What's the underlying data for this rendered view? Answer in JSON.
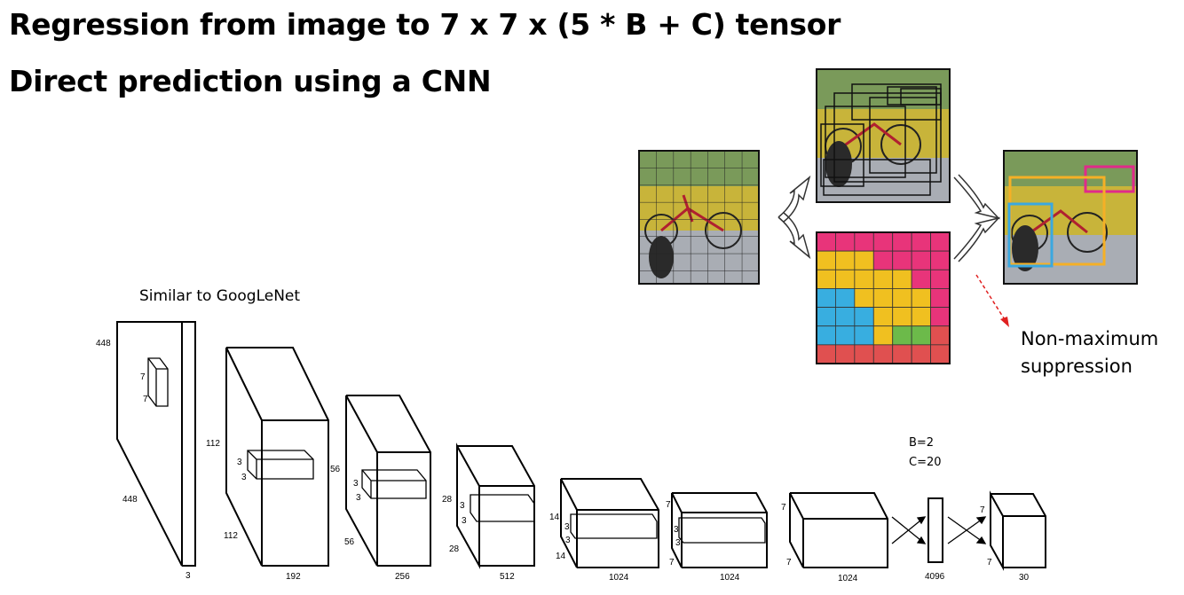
{
  "heading": {
    "line1": "Regression from image to 7 x 7 x (5 * B + C) tensor",
    "line2": "Direct prediction using a CNN"
  },
  "network": {
    "caption": "Similar to GoogLeNet",
    "input": {
      "height": "448",
      "width": "448",
      "depth": "3",
      "kernel": [
        "7",
        "7"
      ]
    },
    "layers": [
      {
        "height": "112",
        "width": "112",
        "depth": "192",
        "kernel": [
          "3",
          "3"
        ]
      },
      {
        "height": "56",
        "width": "56",
        "depth": "256",
        "kernel": [
          "3",
          "3"
        ]
      },
      {
        "height": "28",
        "width": "28",
        "depth": "512",
        "kernel": [
          "3",
          "3"
        ]
      },
      {
        "height": "14",
        "width": "14",
        "depth": "1024",
        "kernel": [
          "3",
          "3"
        ]
      },
      {
        "height": "7",
        "width": "7",
        "depth": "1024",
        "kernel": [
          "3",
          "3"
        ]
      },
      {
        "height": "7",
        "width": "7",
        "depth": "1024"
      }
    ],
    "fc": {
      "units": "4096"
    },
    "output": {
      "height": "7",
      "width": "7",
      "depth": "30"
    },
    "params": {
      "b": "B=2",
      "c": "C=20"
    }
  },
  "pipeline": {
    "nms_line1": "Non-maximum",
    "nms_line2": "suppression",
    "grid_size": 7,
    "class_colors": {
      "magenta": "#e8347a",
      "yellow": "#f0c020",
      "cyan": "#38aee0",
      "green": "#6cba4a",
      "red": "#e05050"
    },
    "box_colors": {
      "pink": "#e02a8a",
      "orange": "#f5b026",
      "blue": "#3aa8e0"
    }
  }
}
